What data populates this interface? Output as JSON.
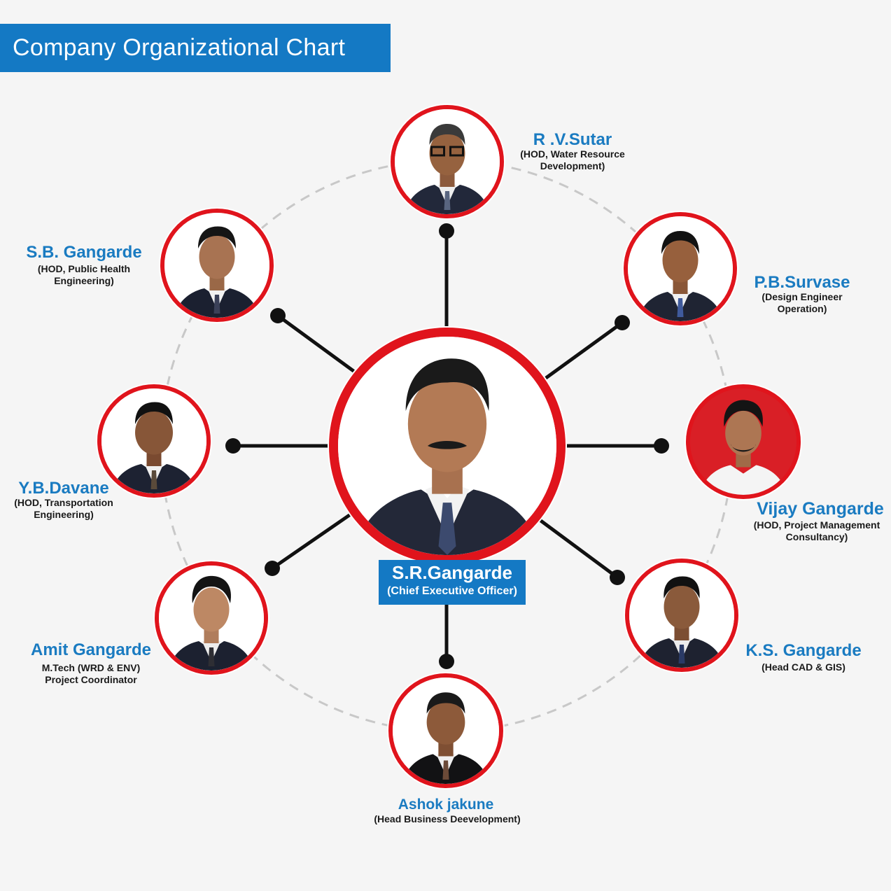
{
  "title": "Company Organizational Chart",
  "colors": {
    "accent_blue": "#1479c4",
    "ring_red": "#e0141c",
    "connector": "#111111",
    "dashed_circle": "#cccccc",
    "background": "#f5f5f5"
  },
  "ceo": {
    "name": "S.R.Gangarde",
    "role": "(Chief Executive Officer)"
  },
  "members": [
    {
      "id": "rv-sutar",
      "name": "R .V.Sutar",
      "role_lines": [
        "(HOD, Water Resource",
        "Development)"
      ]
    },
    {
      "id": "pb-survase",
      "name": "P.B.Survase",
      "role_lines": [
        "(Design Engineer",
        "Operation)"
      ]
    },
    {
      "id": "vijay-gangarde",
      "name": "Vijay Gangarde",
      "role_lines": [
        "(HOD, Project Management",
        "Consultancy)"
      ]
    },
    {
      "id": "ks-gangarde",
      "name": "K.S. Gangarde",
      "role_lines": [
        "(Head CAD & GIS)"
      ]
    },
    {
      "id": "ashok-jakune",
      "name": "Ashok jakune",
      "role_lines": [
        "(Head Business Deevelopment)"
      ]
    },
    {
      "id": "amit-gangarde",
      "name": "Amit Gangarde",
      "role_lines": [
        "M.Tech (WRD & ENV)",
        "Project Coordinator"
      ]
    },
    {
      "id": "yb-davane",
      "name": "Y.B.Davane",
      "role_lines": [
        "(HOD, Transportation",
        "Engineering)"
      ]
    },
    {
      "id": "sb-gangarde",
      "name": "S.B. Gangarde",
      "role_lines": [
        "(HOD, Public Health",
        "Engineering)"
      ]
    }
  ]
}
